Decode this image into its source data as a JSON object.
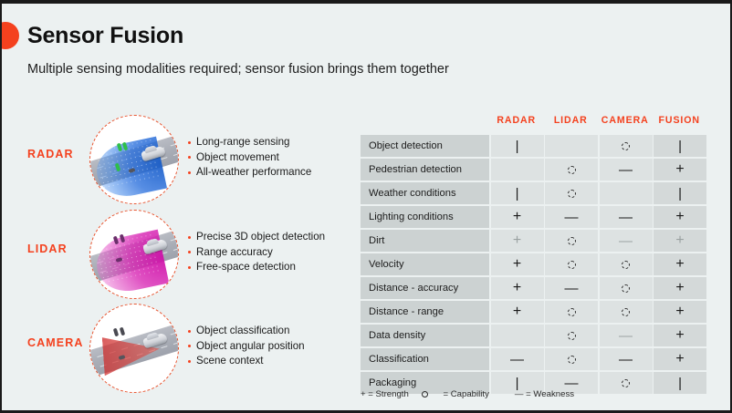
{
  "slide": {
    "title": "Sensor Fusion",
    "subtitle": "Multiple sensing modalities required; sensor fusion brings them together",
    "accent_color": "#f4411e",
    "background_color": "#ecf1f1"
  },
  "modalities": [
    {
      "label": "RADAR",
      "image_name": "radar-sensing-cone-illustration",
      "bullets": [
        "Long-range sensing",
        "Object movement",
        "All-weather performance"
      ]
    },
    {
      "label": "LIDAR",
      "image_name": "lidar-point-cloud-cone-illustration",
      "bullets": [
        "Precise 3D object detection",
        "Range accuracy",
        "Free-space detection"
      ]
    },
    {
      "label": "CAMERA",
      "image_name": "camera-field-of-view-illustration",
      "bullets": [
        "Object classification",
        "Object angular position",
        "Scene context"
      ]
    }
  ],
  "table": {
    "columns": [
      "RADAR",
      "LIDAR",
      "CAMERA",
      "FUSION"
    ],
    "rows": [
      {
        "label": "Object detection",
        "values": [
          "bar",
          "",
          "circle",
          "bar"
        ]
      },
      {
        "label": "Pedestrian detection",
        "values": [
          "",
          "circle",
          "dash",
          "plus"
        ]
      },
      {
        "label": "Weather conditions",
        "values": [
          "bar",
          "circle",
          "",
          "bar"
        ]
      },
      {
        "label": "Lighting conditions",
        "values": [
          "plus",
          "dash",
          "dash",
          "plus"
        ]
      },
      {
        "label": "Dirt",
        "values": [
          "plus-faint",
          "circle",
          "dash-faint",
          "plus-faint"
        ]
      },
      {
        "label": "Velocity",
        "values": [
          "plus",
          "circle",
          "circle",
          "plus"
        ]
      },
      {
        "label": "Distance - accuracy",
        "values": [
          "plus",
          "dash",
          "circle",
          "plus"
        ]
      },
      {
        "label": "Distance - range",
        "values": [
          "plus",
          "circle",
          "circle",
          "plus"
        ]
      },
      {
        "label": "Data density",
        "values": [
          "",
          "circle",
          "dash-faint",
          "plus"
        ]
      },
      {
        "label": "Classification",
        "values": [
          "dash",
          "circle",
          "dash",
          "plus"
        ]
      },
      {
        "label": "Packaging",
        "values": [
          "bar",
          "dash",
          "circle",
          "bar"
        ]
      }
    ]
  },
  "legend": {
    "strength": "+ = Strength",
    "capability_symbol": "O",
    "capability": "= Capability",
    "weakness": "— = Weakness"
  }
}
